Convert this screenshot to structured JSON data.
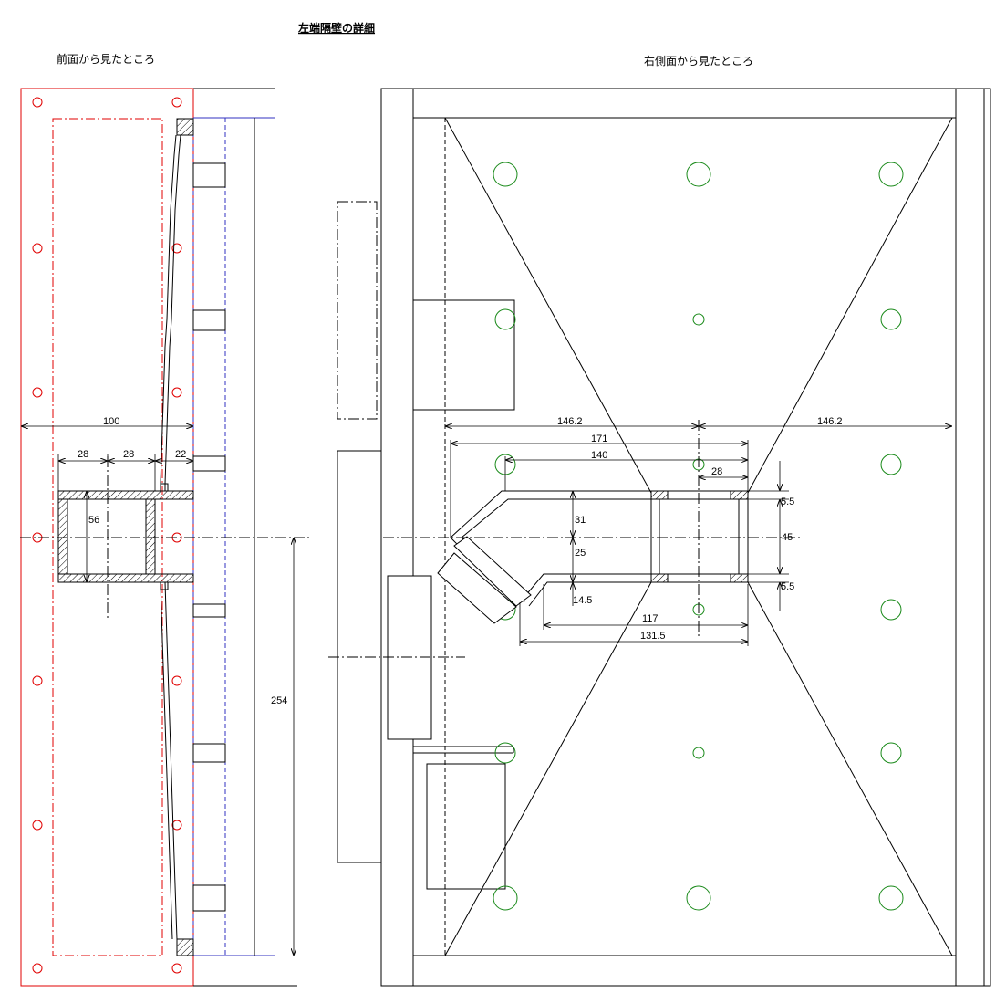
{
  "title": "左端隔壁の詳細",
  "views": {
    "front": {
      "label": "前面から見たところ"
    },
    "right": {
      "label": "右側面から見たところ"
    }
  },
  "dimensions": {
    "front_width": "100",
    "front_w1": "28",
    "front_w2": "28",
    "front_w3": "22",
    "front_h": "56",
    "height_254": "254",
    "side_left_146": "146.2",
    "side_right_146": "146.2",
    "d171": "171",
    "d140": "140",
    "d28": "28",
    "d55_top": "5.5",
    "d45": "45",
    "d55_bot": "5.5",
    "d31": "31",
    "d25": "25",
    "d145": "14.5",
    "d117": "117",
    "d1315": "131.5"
  },
  "colors": {
    "front_outline": "#e00000",
    "screw_holes": "#e00000",
    "hidden_lines": "#3030c0",
    "side_holes": "#1a8a1a"
  }
}
